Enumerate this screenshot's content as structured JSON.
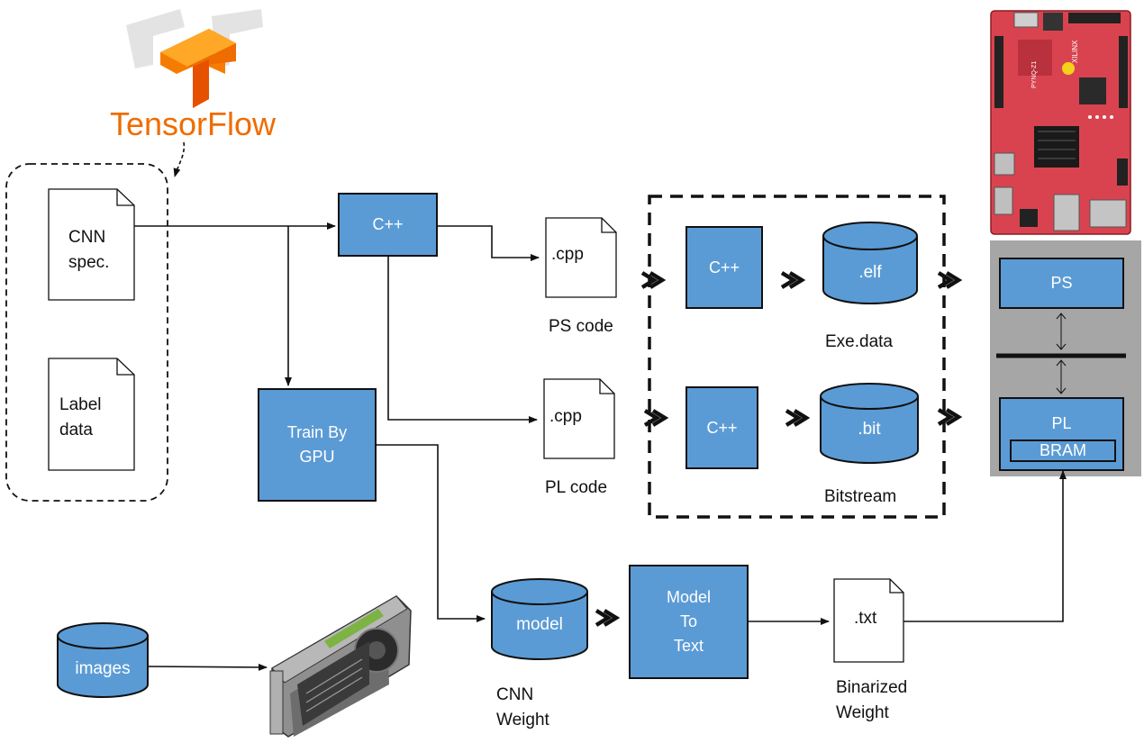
{
  "logo": {
    "wordmark": "TensorFlow",
    "monogram": "TF",
    "brand_color": "#ff6f00"
  },
  "documents": {
    "cnn_spec": {
      "label": "CNN\nspec."
    },
    "label_data": {
      "label": "Label\ndata"
    },
    "ps_cpp": {
      "label": ".cpp"
    },
    "pl_cpp": {
      "label": ".cpp"
    },
    "txt": {
      "label": ".txt"
    }
  },
  "boxes": {
    "cpp_main": "C++",
    "train_gpu": "Train By\nGPU",
    "cpp_ps": "C++",
    "cpp_pl": "C++",
    "model_to_text": "Model\nTo\nText"
  },
  "cylinders": {
    "elf": ".elf",
    "bit": ".bit",
    "model": "model",
    "images": "images"
  },
  "captions": {
    "ps_code": "PS code",
    "pl_code": "PL code",
    "exe_data": "Exe.data",
    "bitstream": "Bitstream",
    "cnn_weight": "CNN\nWeight",
    "binarized_weight": "Binarized\nWeight"
  },
  "fpga": {
    "ps": "PS",
    "pl": "PL",
    "bram": "BRAM",
    "board_marking": "PYNQ-Z1",
    "vendor_marking": "XILINX"
  },
  "colors": {
    "box_fill": "#5b9bd5",
    "box_stroke": "#111111",
    "fpga_panel": "#a6a6a6",
    "board_red": "#d9434f",
    "gpu_body": "#9a9a9a"
  }
}
